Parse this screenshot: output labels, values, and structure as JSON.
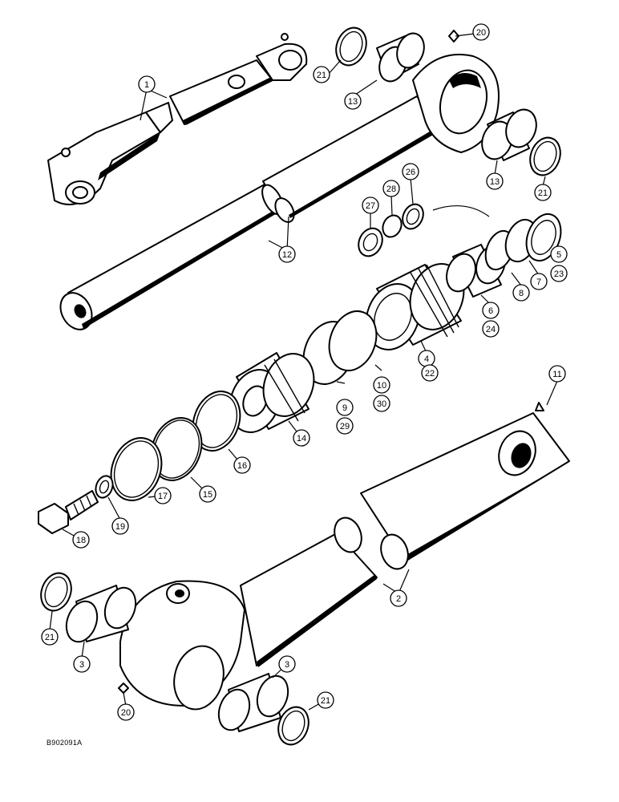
{
  "drawing_id": "B902091A",
  "callouts": [
    {
      "label": "1"
    },
    {
      "label": "20"
    },
    {
      "label": "21"
    },
    {
      "label": "13"
    },
    {
      "label": "13"
    },
    {
      "label": "21"
    },
    {
      "label": "26"
    },
    {
      "label": "28"
    },
    {
      "label": "27"
    },
    {
      "label": "12"
    },
    {
      "label": "5"
    },
    {
      "label": "23"
    },
    {
      "label": "7"
    },
    {
      "label": "8"
    },
    {
      "label": "6"
    },
    {
      "label": "24"
    },
    {
      "label": "4"
    },
    {
      "label": "22"
    },
    {
      "label": "10"
    },
    {
      "label": "30"
    },
    {
      "label": "9"
    },
    {
      "label": "29"
    },
    {
      "label": "11"
    },
    {
      "label": "14"
    },
    {
      "label": "16"
    },
    {
      "label": "15"
    },
    {
      "label": "17"
    },
    {
      "label": "19"
    },
    {
      "label": "18"
    },
    {
      "label": "2"
    },
    {
      "label": "21"
    },
    {
      "label": "3"
    },
    {
      "label": "3"
    },
    {
      "label": "20"
    },
    {
      "label": "21"
    }
  ]
}
